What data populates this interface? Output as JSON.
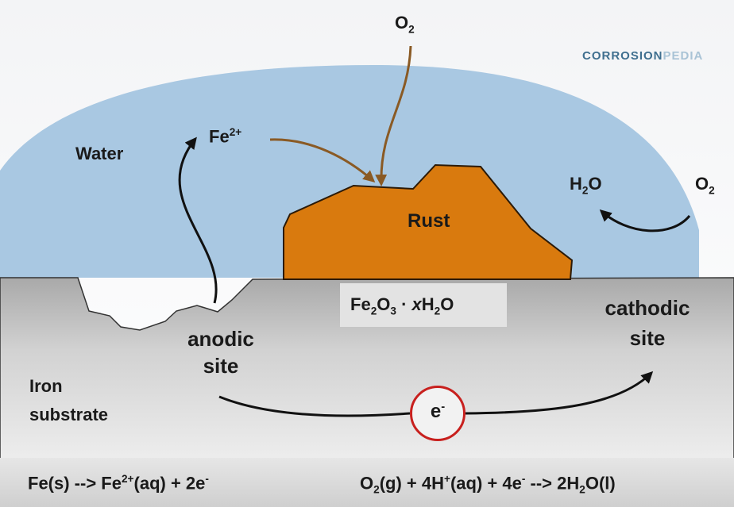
{
  "brand": {
    "part1": "CORROSION",
    "part2": "PEDIA"
  },
  "labels": {
    "water": "Water",
    "rust": "Rust",
    "anodic_line1": "anodic",
    "anodic_line2": "site",
    "cathodic_line1": "cathodic",
    "cathodic_line2": "site",
    "iron_line1": "Iron",
    "iron_line2": "substrate",
    "electron": "e",
    "electron_sup": "-"
  },
  "species": {
    "o2_top": {
      "base": "O",
      "sub": "2"
    },
    "fe_ion": {
      "base": "Fe",
      "sup": "2+"
    },
    "h2o": {
      "base1": "H",
      "sub": "2",
      "base2": "O"
    },
    "o2_right": {
      "base": "O",
      "sub": "2"
    }
  },
  "rust_formula": {
    "a": "Fe",
    "a_sub": "2",
    "b": "O",
    "b_sub": "3",
    "dot": " · ",
    "x": "x",
    "c": "H",
    "c_sub": "2",
    "d": "O"
  },
  "equations": {
    "anodic": {
      "p1": "Fe(s) --> Fe",
      "sup1": "2+",
      "p2": "(aq) + 2e",
      "sup2": "-"
    },
    "cathodic": {
      "p1": "O",
      "sub1": "2",
      "p2": "(g) + 4H",
      "sup1": "+",
      "p3": "(aq) + 4e",
      "sup2": "-",
      "p4": " --> 2H",
      "sub2": "2",
      "p5": "O(l)"
    }
  },
  "colors": {
    "water": "#a9c8e2",
    "rust": "#d97a0e",
    "rust_edge": "#2b1a08",
    "iron": "#bdbdbd",
    "arrow_brown": "#8a5a24",
    "arrow_black": "#111111",
    "electron_ring": "#c8201e"
  },
  "icons": {
    "arrow_o2_down": "arrow-down-icon",
    "arrow_fe_right": "curved-arrow-icon",
    "arrow_fe_up": "curved-arrow-up-icon",
    "arrow_o2_left": "curved-arrow-left-icon",
    "arrow_electron": "curved-arrow-right-icon"
  }
}
